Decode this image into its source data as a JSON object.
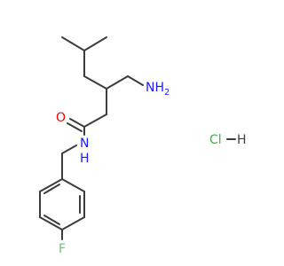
{
  "molecule": {
    "atoms": {
      "amine_n": "N",
      "amine_h2": "H",
      "amine_sub": "2",
      "carbonyl_o": "O",
      "amide_n": "N",
      "amide_h": "H",
      "fluorine": "F"
    },
    "salt": {
      "chloride": "Cl",
      "hydrogen": "H"
    }
  },
  "colors": {
    "bond": "#3c3c3c",
    "nitrogen": "#1a1aff",
    "oxygen": "#ff0000",
    "fluorine": "#6ec46e",
    "chlorine": "#3cb43c",
    "hydrogen": "#3c3c3c"
  }
}
